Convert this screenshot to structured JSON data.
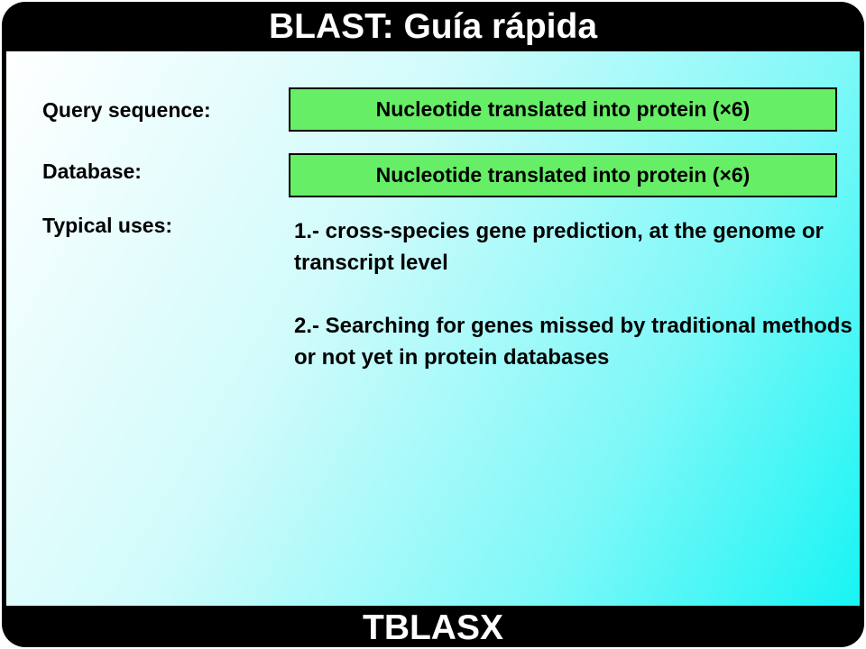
{
  "header": {
    "title": "BLAST: Guía rápida"
  },
  "rows": {
    "query": {
      "label": "Query sequence:",
      "value": "Nucleotide translated into protein (×6)"
    },
    "database": {
      "label": "Database:",
      "value": "Nucleotide translated into protein (×6)"
    },
    "uses": {
      "label": "Typical uses:",
      "items": [
        "1.- cross-species gene prediction, at the genome or transcript level",
        "2.- Searching for genes missed by traditional methods or not yet in protein databases"
      ]
    }
  },
  "footer": {
    "title": "TBLASX"
  },
  "colors": {
    "frame": "#000000",
    "box_fill": "#66ee66",
    "gradient_end": "#18f4f4"
  }
}
